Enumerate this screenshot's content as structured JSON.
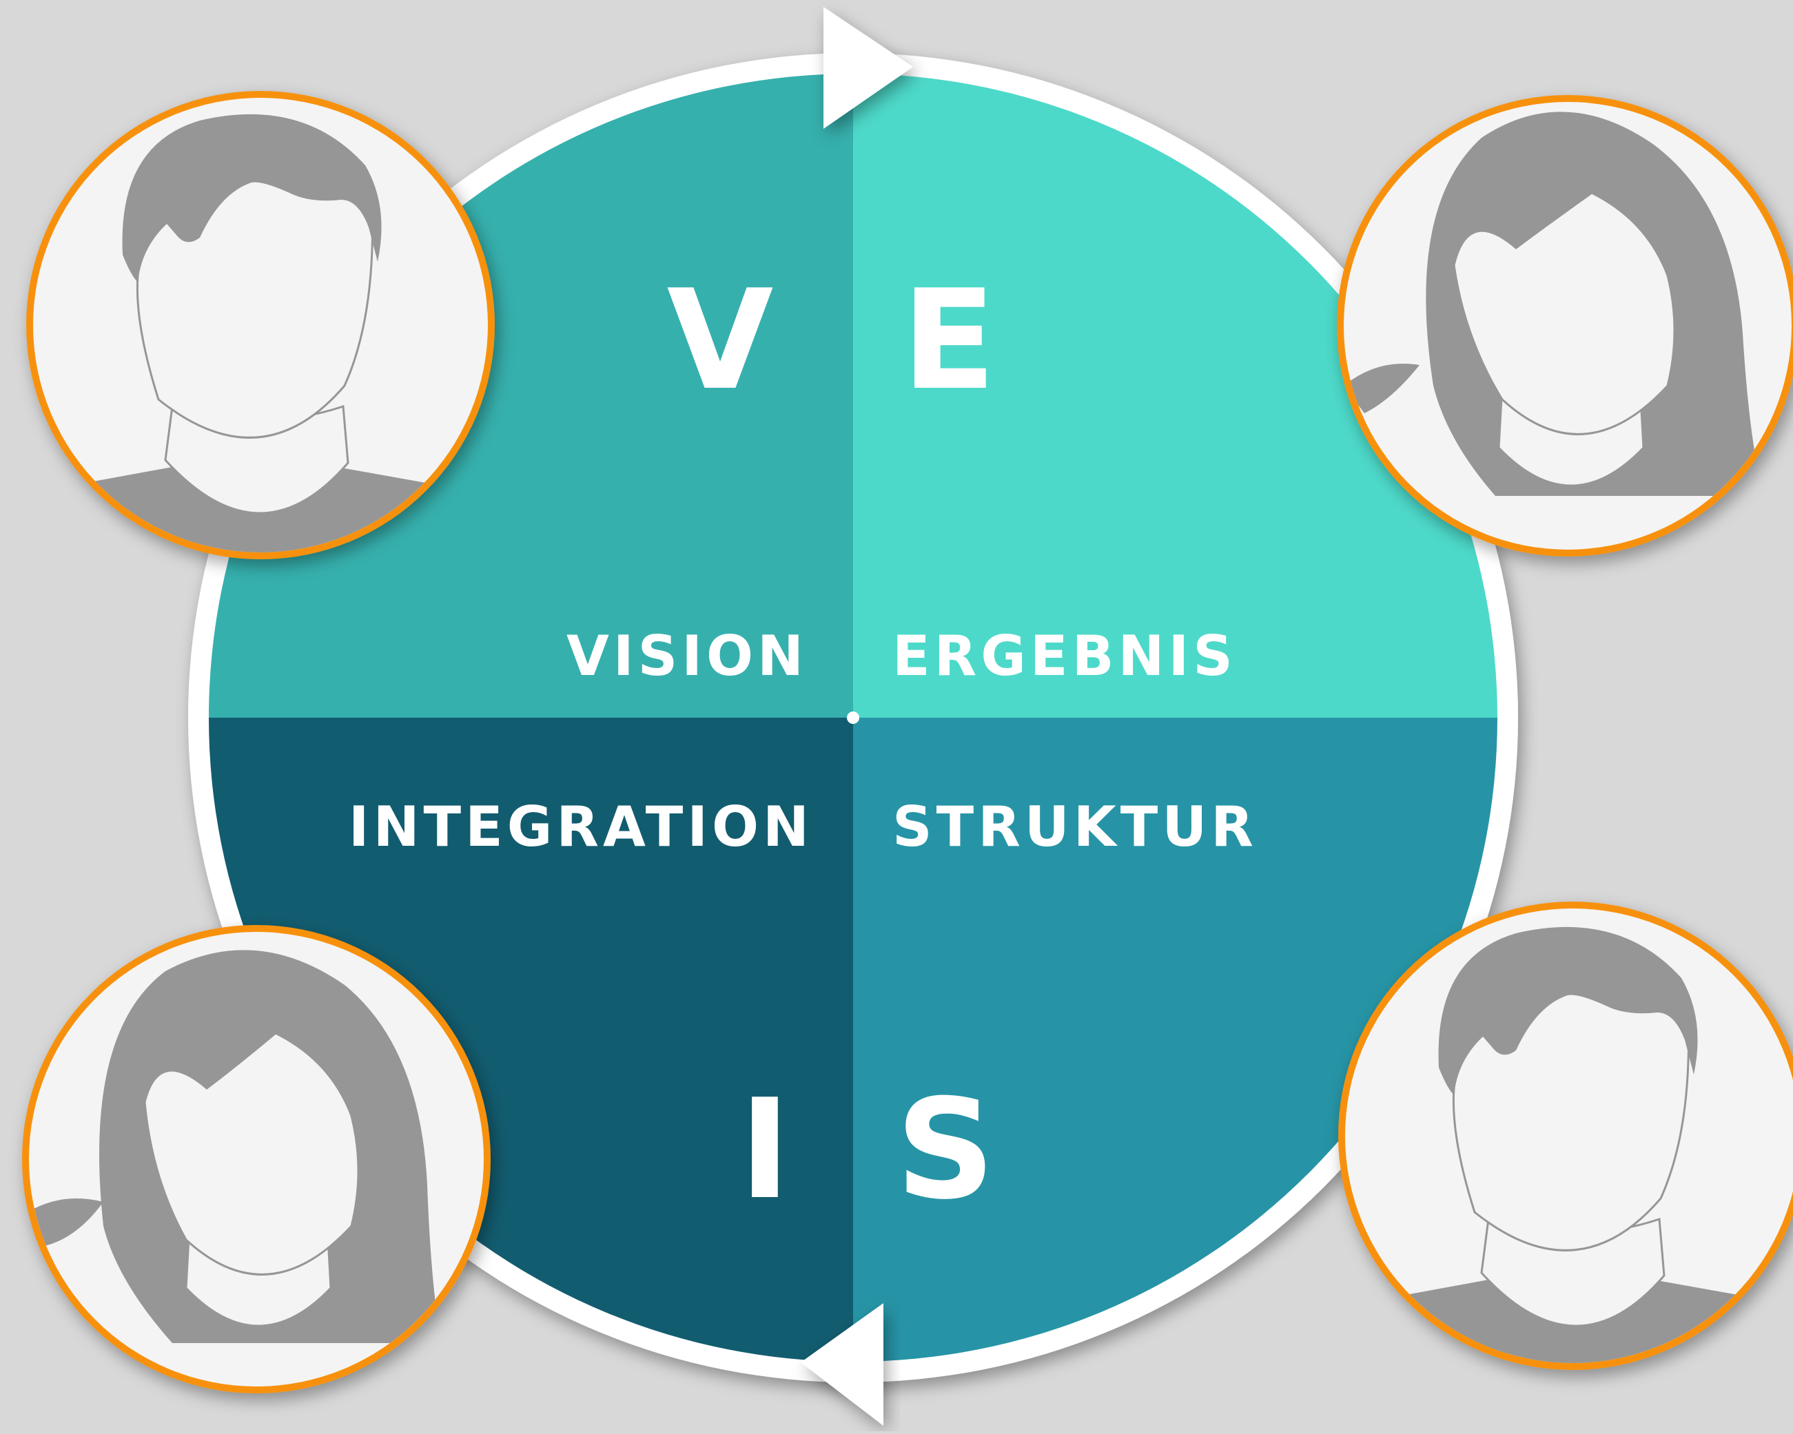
{
  "quadrants": {
    "vision": {
      "letter": "V",
      "label": "VISION",
      "color": "#36b0ad"
    },
    "ergebnis": {
      "letter": "E",
      "label": "ERGEBNIS",
      "color": "#4dd9c9"
    },
    "integration": {
      "letter": "I",
      "label": "INTEGRATION",
      "color": "#125c6f"
    },
    "struktur": {
      "letter": "S",
      "label": "STRUKTUR",
      "color": "#2694a6"
    }
  },
  "colors": {
    "background": "#d8d8d8",
    "ring": "#ffffff",
    "avatar_border": "#f7910f",
    "avatar_fill": "#f4f4f4",
    "silhouette": "#969696"
  },
  "avatars": [
    "male-avatar-icon",
    "female-avatar-icon",
    "female-avatar-icon",
    "male-avatar-icon"
  ]
}
